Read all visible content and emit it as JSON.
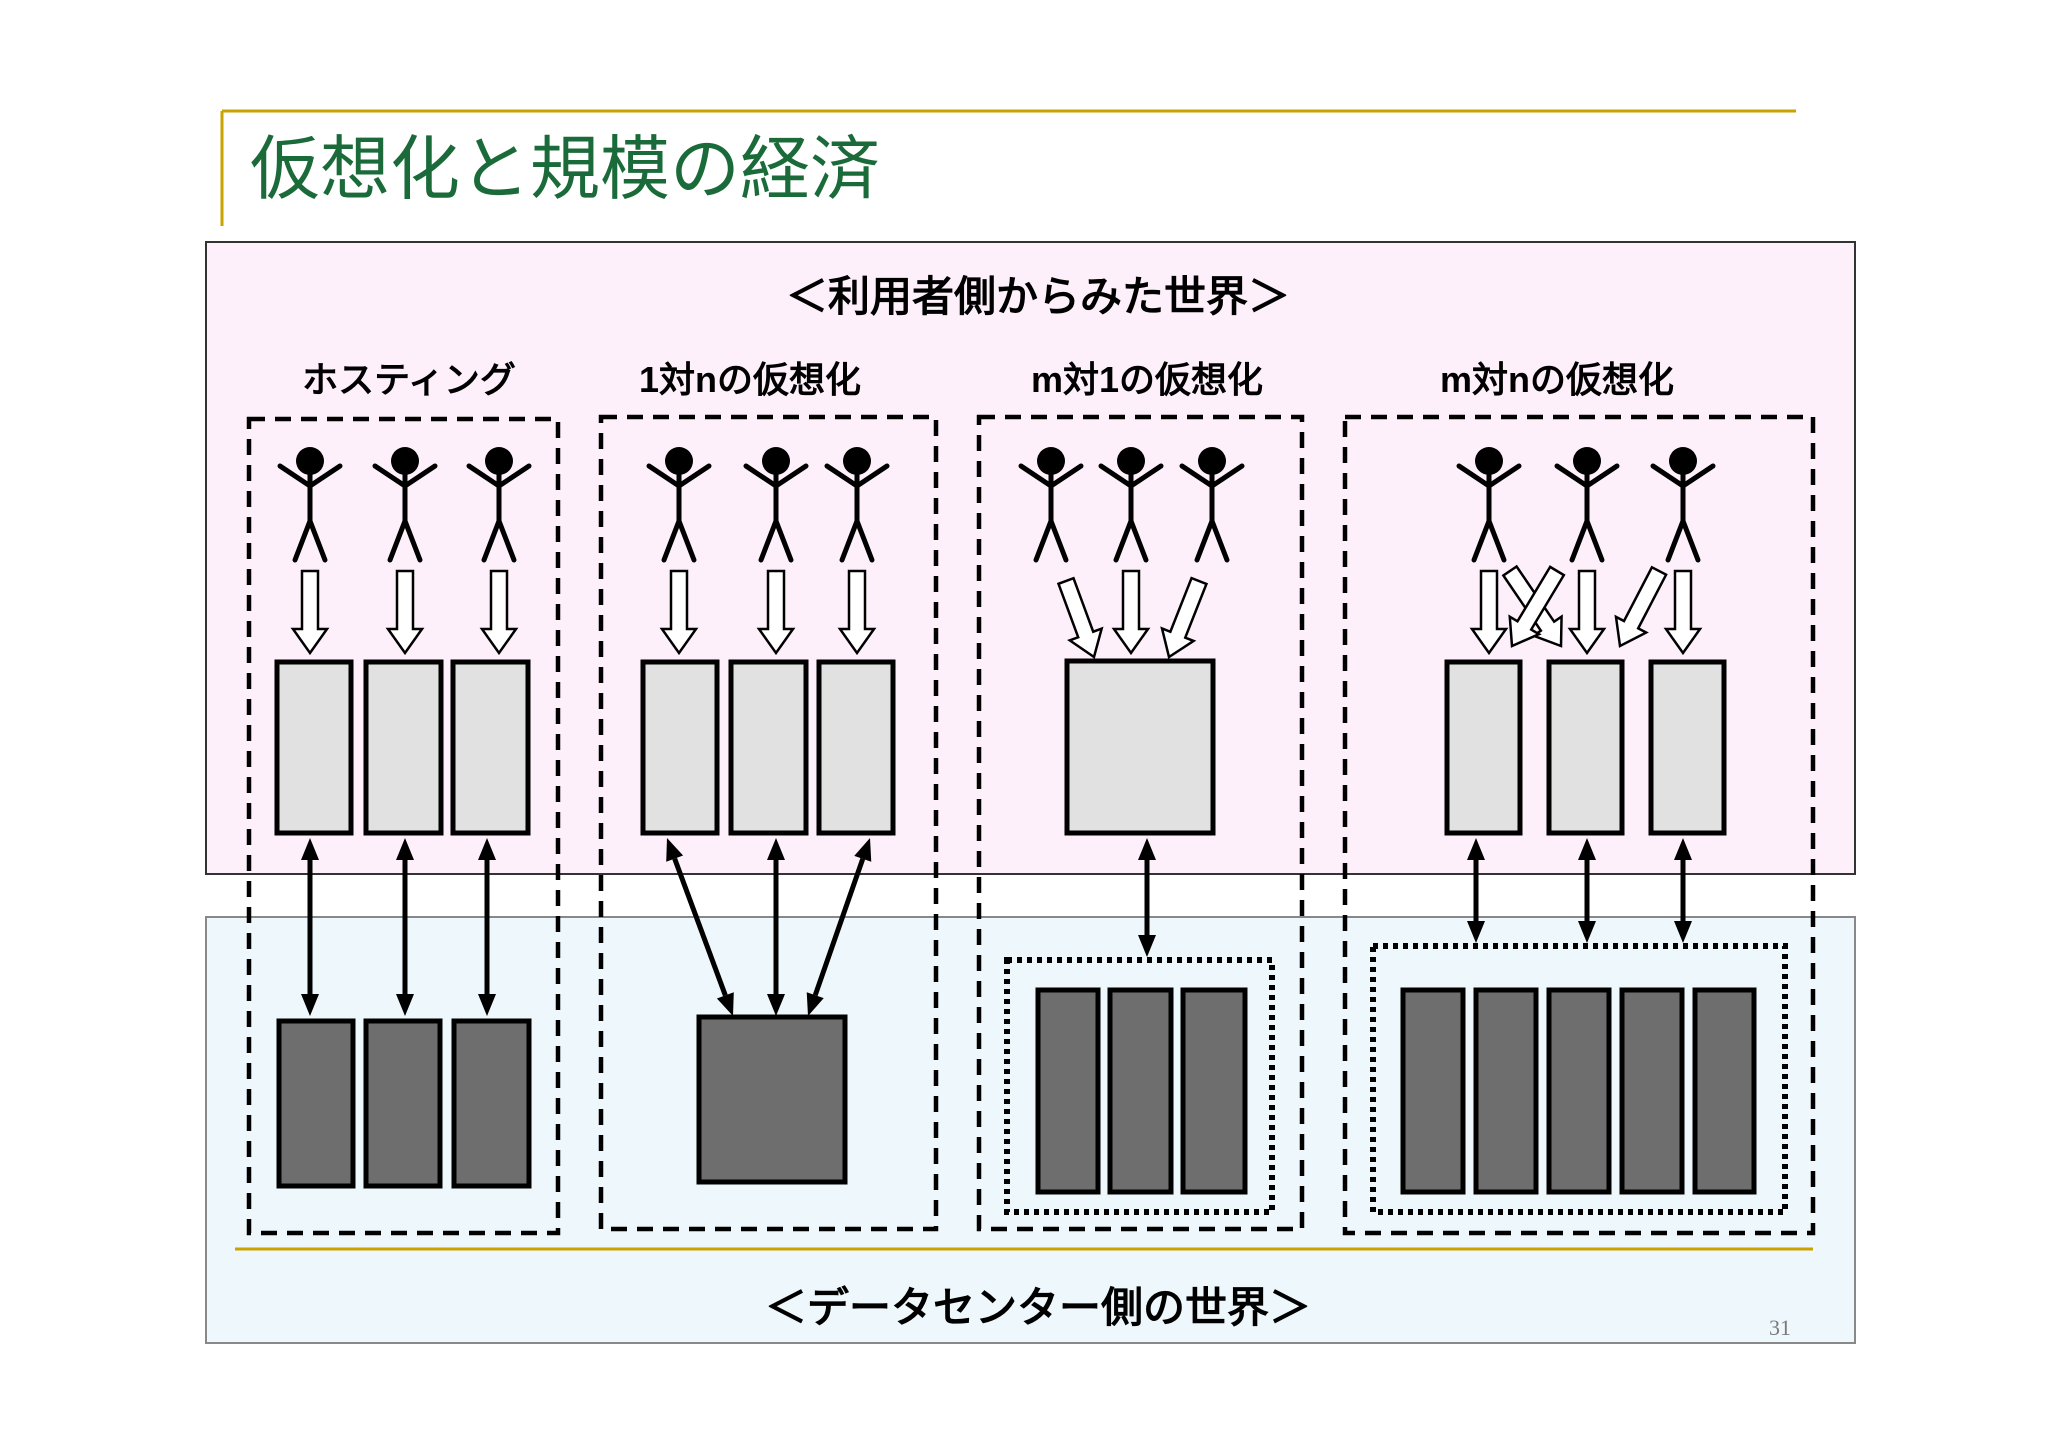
{
  "slide": {
    "title": "仮想化と規模の経済",
    "page_number": "31"
  },
  "user_world": {
    "label": "＜利用者側からみた世界＞"
  },
  "datacenter_world": {
    "label": "＜データセンター側の世界＞"
  },
  "models": [
    {
      "label": "ホスティング"
    },
    {
      "label": "1対nの仮想化"
    },
    {
      "label": "m対1の仮想化"
    },
    {
      "label": "m対nの仮想化"
    }
  ],
  "colors": {
    "title": "#1b6b3a",
    "accent_line": "#c9a300",
    "user_world_fill": "#fdf0fb",
    "datacenter_world_fill": "#eef7fc",
    "virtual_server": "#e1e1e1",
    "physical_server": "#6e6e6e",
    "page_number": "#7a7a7a"
  }
}
